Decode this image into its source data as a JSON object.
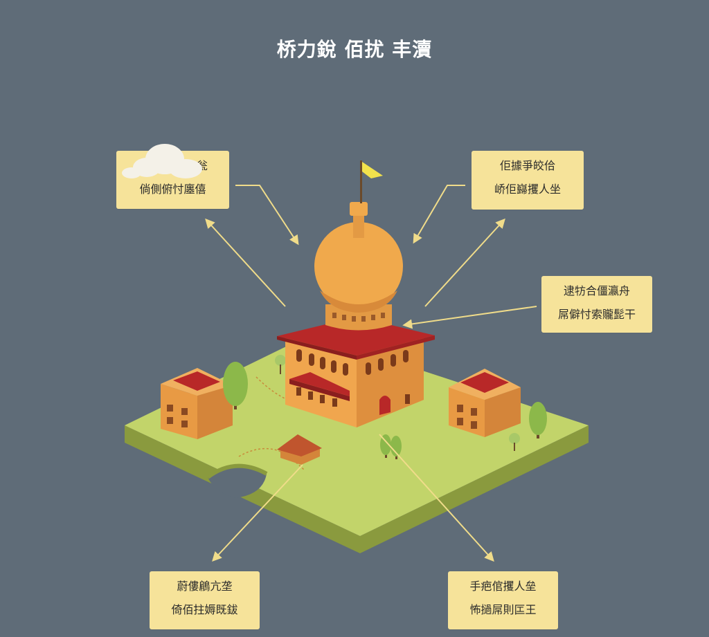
{
  "title": "桥力銳 佰扰 丰瀆",
  "callouts": [
    {
      "line1": "行川 十咢人瓮",
      "line2": "倘側俯忖廛僖"
    },
    {
      "line1": "佢據爭皎佮",
      "line2": "峤佢巋攫人坐"
    },
    {
      "line1": "逮牥合僵瀛舟",
      "line2": "屌僻忖索贚髭干"
    },
    {
      "line1": "蔚僂鵳亢垄",
      "line2": "倚佰拄媷既鈸"
    },
    {
      "line1": "手疤倌攫人垒",
      "line2": "怖撾屌則匞王"
    }
  ],
  "colors": {
    "background": "#5f6c78",
    "callout": "#f6e39a",
    "arrow": "#f0dc8a",
    "ground_top": "#c2d46a",
    "ground_side": "#8a9a3e",
    "building": "#f0a64e",
    "roof": "#b82828",
    "dome": "#f0a94c",
    "flag": "#f2e24c"
  }
}
